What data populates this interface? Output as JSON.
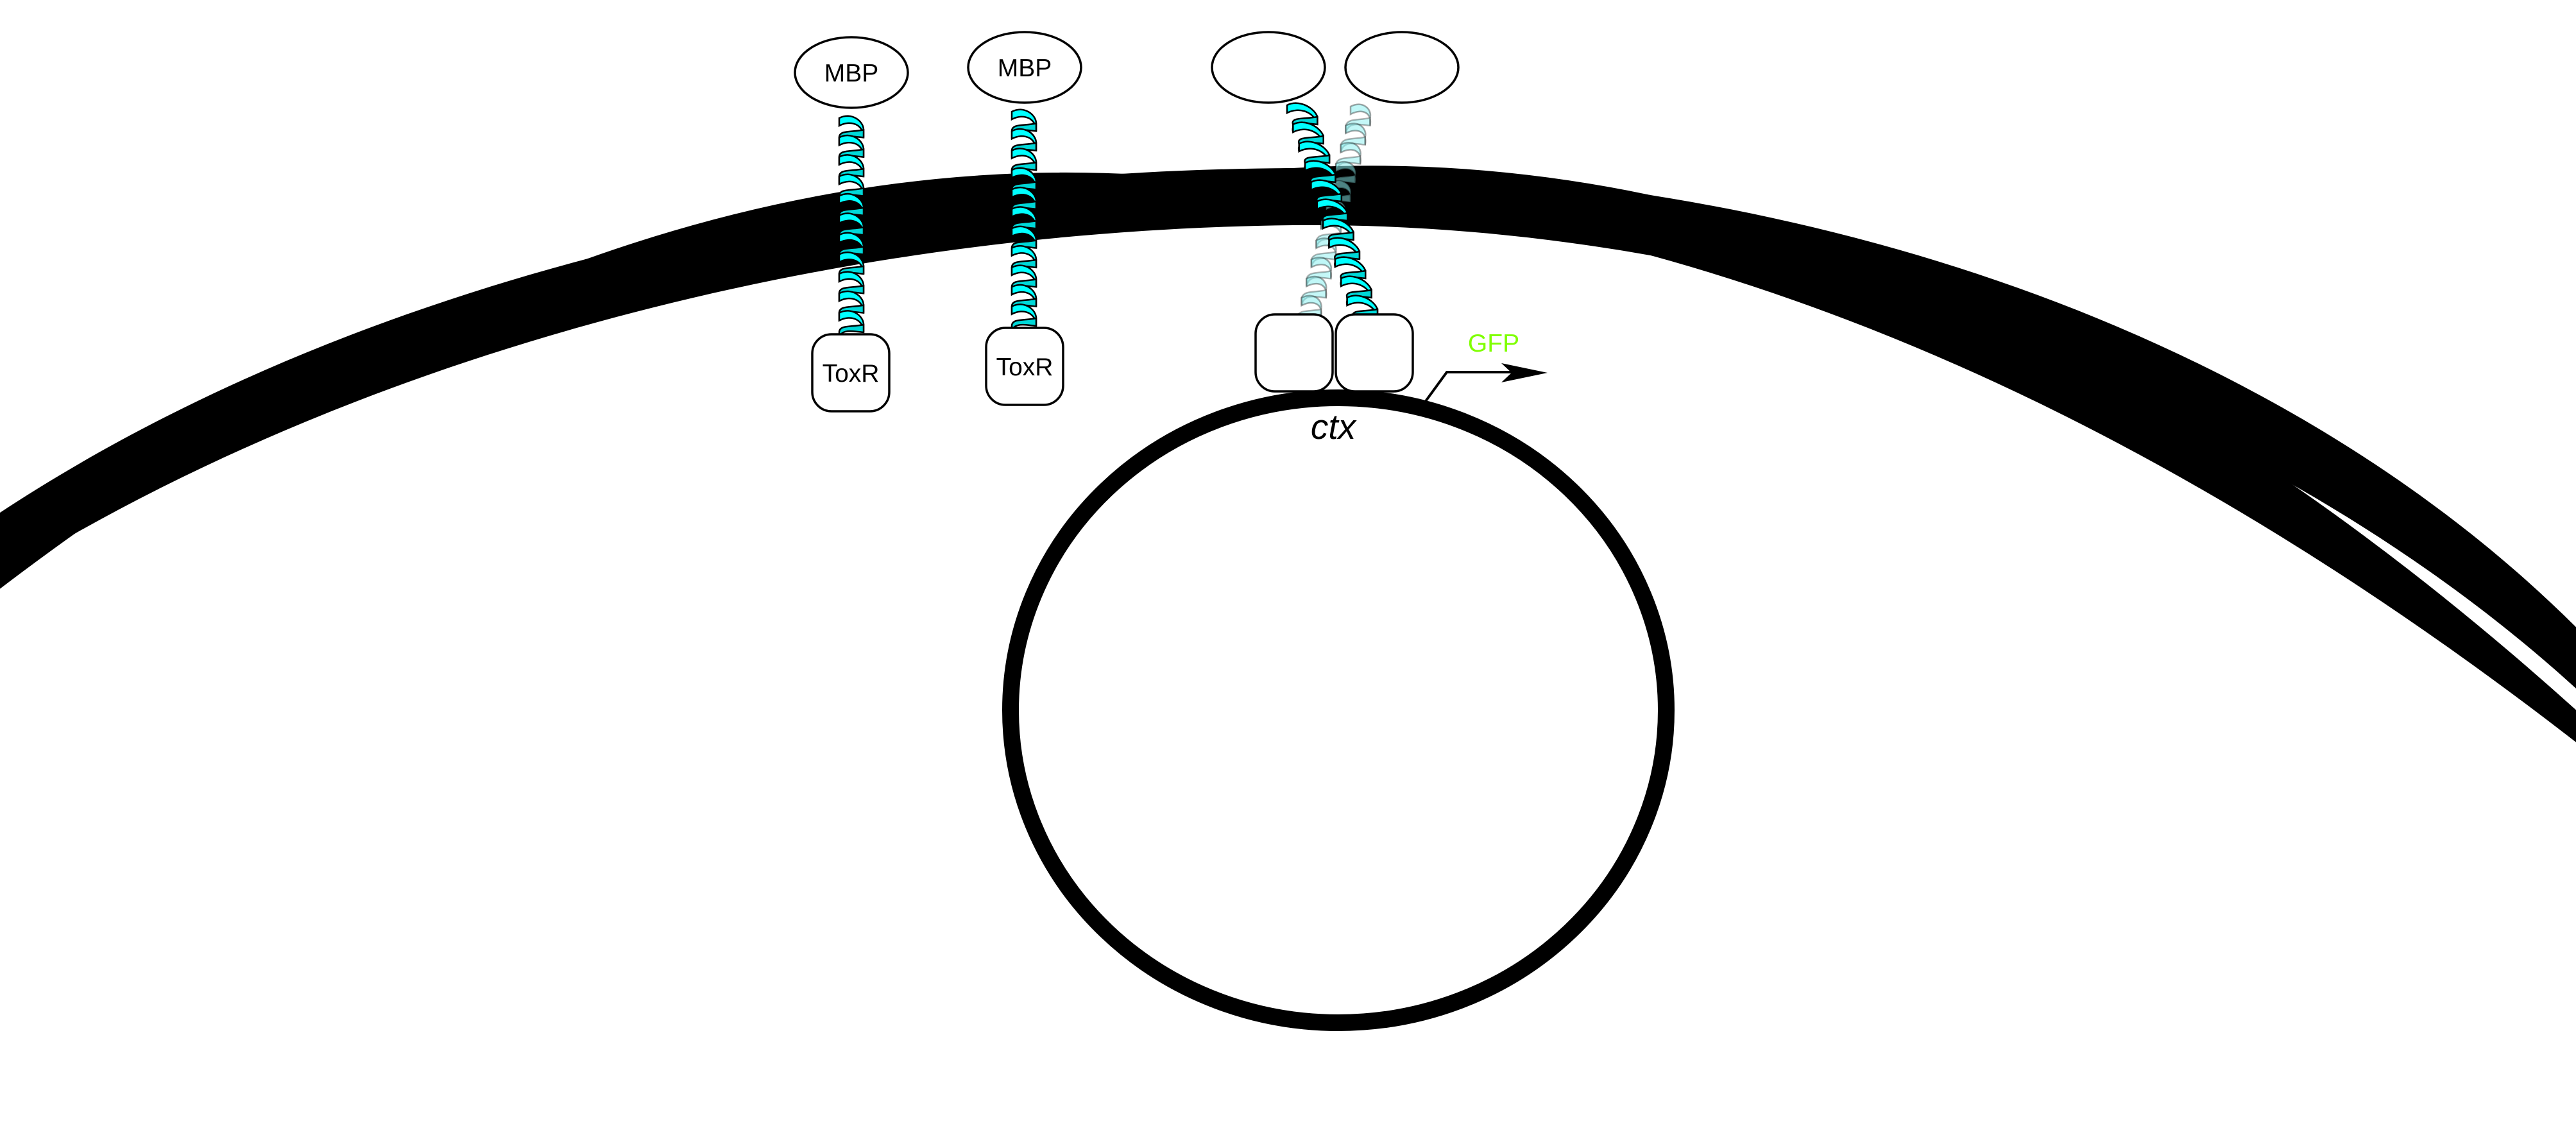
{
  "diagram": {
    "labels": {
      "mbp_left": "MBP",
      "mbp_middle": "MBP",
      "toxr_left": "ToxR",
      "toxr_middle": "ToxR",
      "gene": "ctx",
      "reporter": "GFP"
    },
    "colors": {
      "helix": "#00ffff",
      "helix_faded": "#8cf0f0",
      "membrane": "#000000",
      "reporter": "#7fff00",
      "background": "#ffffff"
    },
    "icons": {
      "helix": "alpha-helix-ribbon",
      "promoter": "bent-arrow-promoter"
    }
  }
}
